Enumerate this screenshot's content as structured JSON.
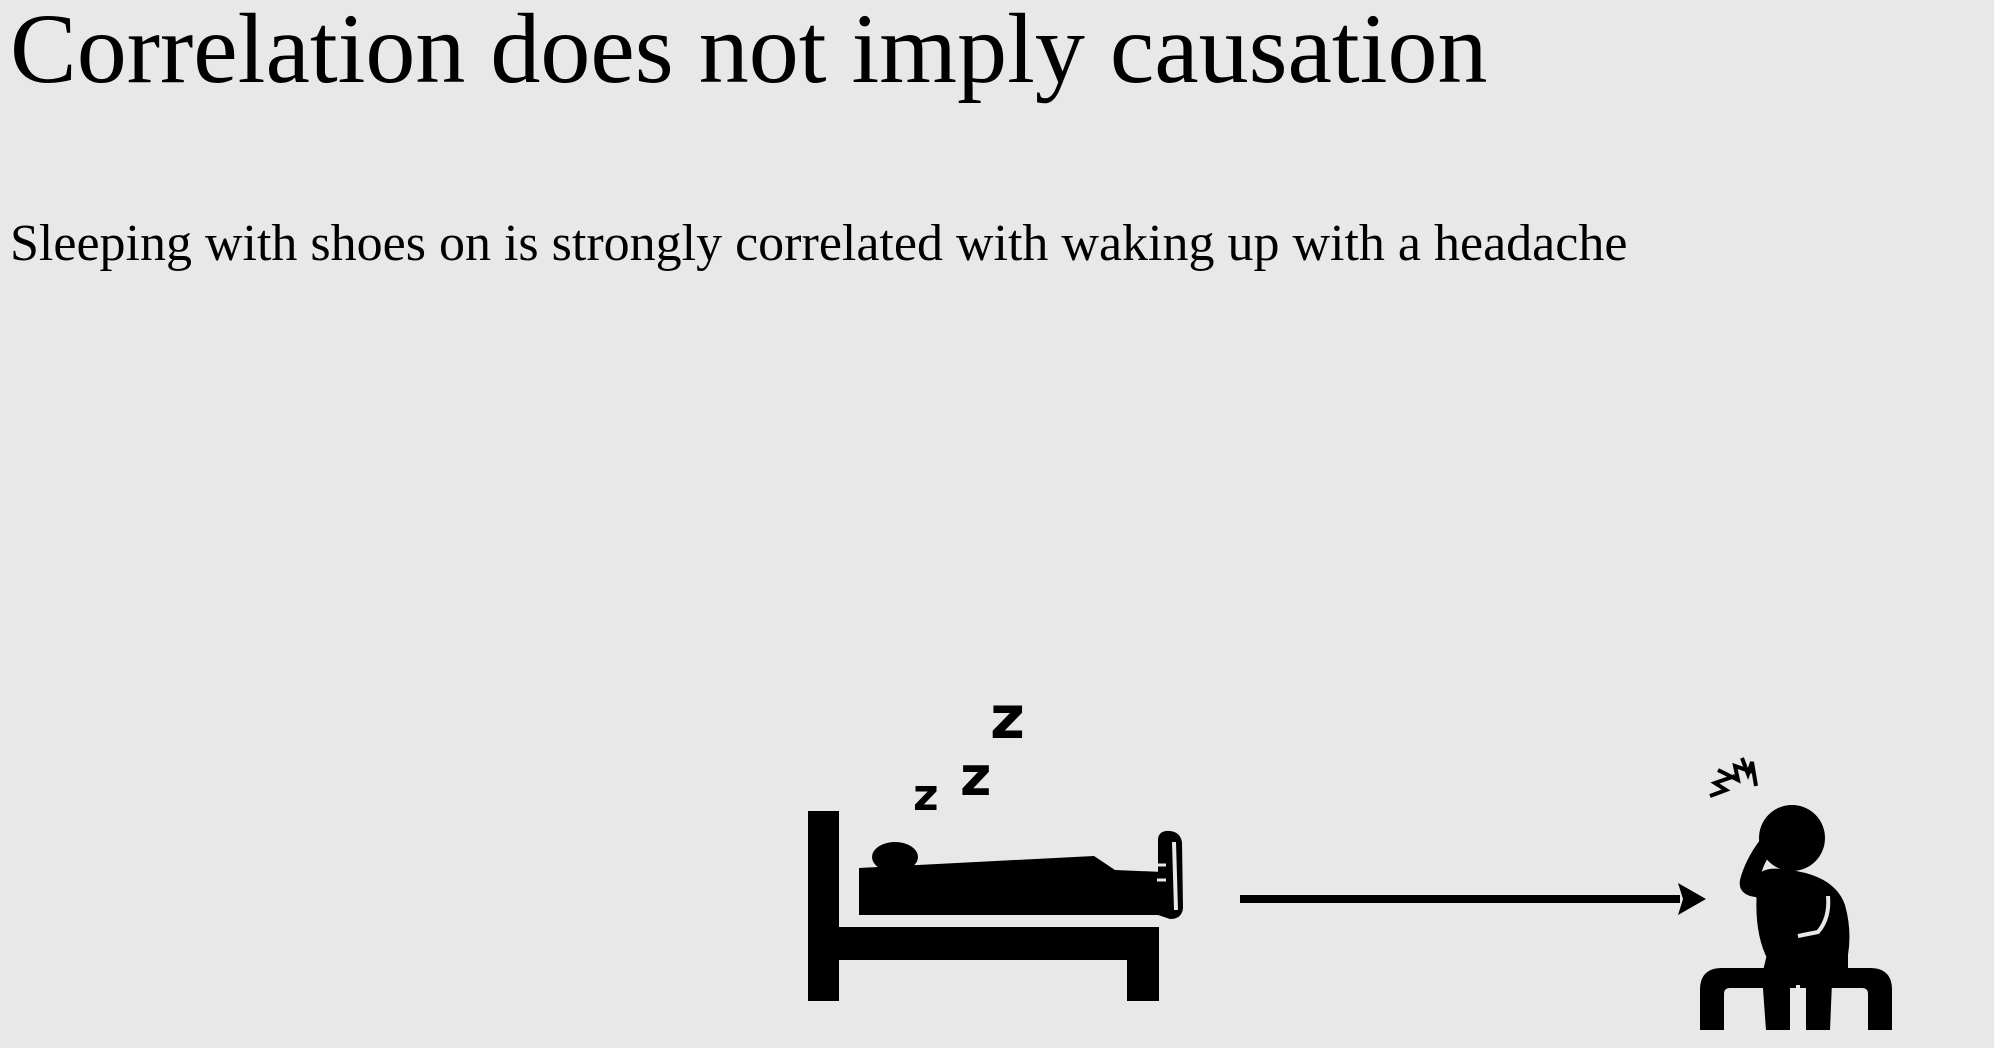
{
  "slide": {
    "title": "Correlation does not imply causation",
    "subtitle": "Sleeping with shoes on is strongly correlated with waking up with a headache"
  },
  "illustration": {
    "sleeping_person": {
      "icon": "sleeping-in-bed-with-shoes-icon",
      "snore_letters": [
        "z",
        "z",
        "z"
      ]
    },
    "arrow": {
      "icon": "right-arrow-icon"
    },
    "headache_person": {
      "icon": "person-with-headache-icon"
    }
  },
  "colors": {
    "background": "#e8e8e8",
    "foreground": "#000000"
  }
}
